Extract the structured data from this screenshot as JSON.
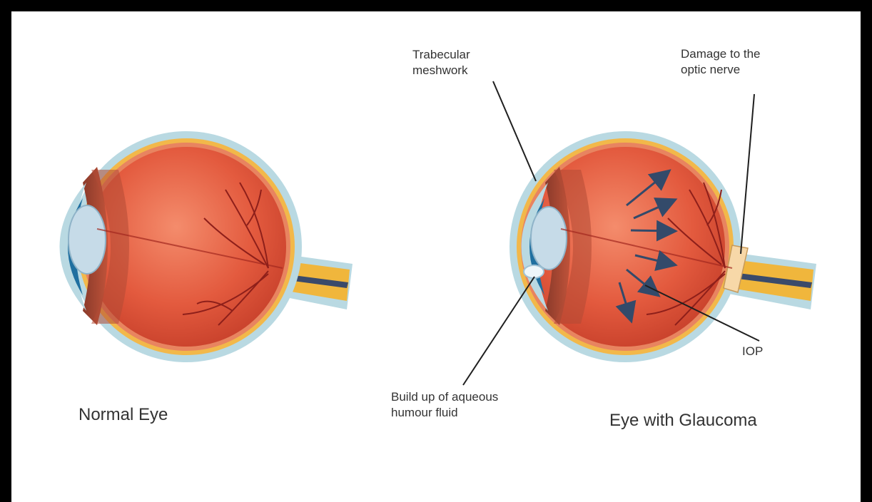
{
  "diagram": {
    "normal_eye": {
      "caption": "Normal Eye"
    },
    "glaucoma_eye": {
      "caption": "Eye with Glaucoma",
      "labels": {
        "trabecular": [
          "Trabecular",
          "meshwork"
        ],
        "optic_damage": [
          "Damage to the",
          "optic nerve"
        ],
        "aqueous": [
          "Build up of aqueous",
          "humour fluid"
        ],
        "iop": "IOP"
      }
    }
  },
  "colors": {
    "frame": "#000000",
    "background": "#ffffff",
    "sclera_outer": "#b9d9e2",
    "retina_yellow": "#f2b84a",
    "eye_red": "#e35a3e",
    "vessel": "#8e1f1a",
    "optic_nerve": "#f0b63c",
    "lens": "#c6dbe8",
    "cornea_dark": "#1f6fa0",
    "pointer": "#1f1f1f",
    "pressure_arrow": "#334a6a"
  }
}
